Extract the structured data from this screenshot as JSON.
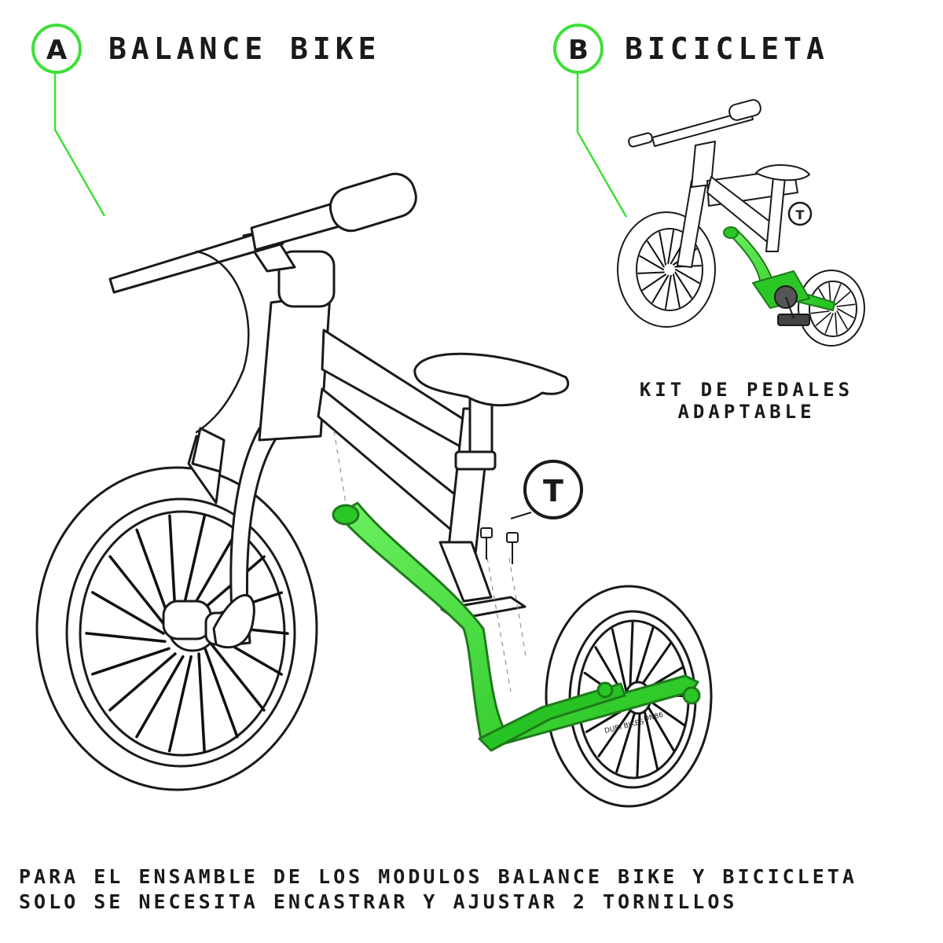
{
  "labels": {
    "a_letter": "A",
    "a_title": "BALANCE BIKE",
    "b_letter": "B",
    "b_title": "BICICLETA",
    "t_marker_large": "T",
    "t_marker_small": "T",
    "kit_line1": "KIT DE PEDALES",
    "kit_line2": "ADAPTABLE",
    "brand": "DUBI BIKES",
    "brand_model": "DN86",
    "caption_line1": "PARA EL ENSAMBLE DE LOS MODULOS BALANCE BIKE Y BICICLETA",
    "caption_line2": "SOLO SE NECESITA ENCASTRAR Y AJUSTAR 2 TORNILLOS"
  },
  "colors": {
    "accent_green": "#3ee03a",
    "dark_green": "#1f9a1c",
    "line": "#1a1a1a"
  }
}
